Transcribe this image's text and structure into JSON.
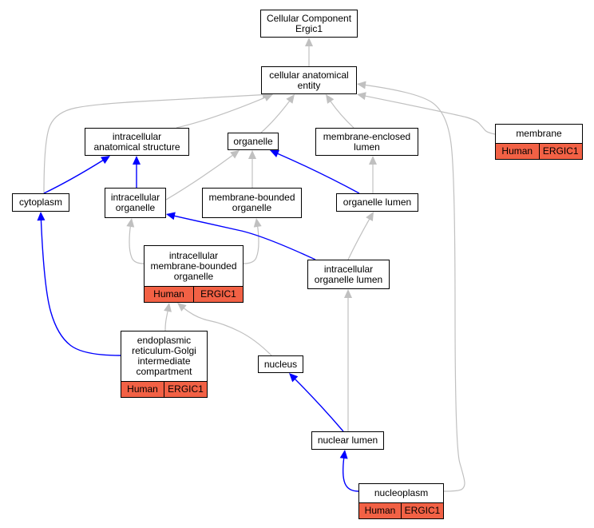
{
  "colors": {
    "is_a_edge": "#c0c0c0",
    "part_of_edge": "#0000ff",
    "annotation_fill": "#f26145"
  },
  "nodes": [
    {
      "id": "root",
      "label": "Cellular Component\nErgic1"
    },
    {
      "id": "cae",
      "label": "cellular anatomical\nentity"
    },
    {
      "id": "ias",
      "label": "intracellular\nanatomical structure"
    },
    {
      "id": "organelle",
      "label": "organelle"
    },
    {
      "id": "mel",
      "label": "membrane-enclosed\nlumen"
    },
    {
      "id": "membrane",
      "label": "membrane",
      "annotations": [
        "Human",
        "ERGIC1"
      ]
    },
    {
      "id": "cytoplasm",
      "label": "cytoplasm"
    },
    {
      "id": "io",
      "label": "intracellular\norganelle"
    },
    {
      "id": "mbo",
      "label": "membrane-bounded\norganelle"
    },
    {
      "id": "ol",
      "label": "organelle lumen"
    },
    {
      "id": "imbo",
      "label": "intracellular\nmembrane-bounded\norganelle",
      "annotations": [
        "Human",
        "ERGIC1"
      ]
    },
    {
      "id": "iol",
      "label": "intracellular\norganelle lumen"
    },
    {
      "id": "ergic",
      "label": "endoplasmic\nreticulum-Golgi\nintermediate\ncompartment",
      "annotations": [
        "Human",
        "ERGIC1"
      ]
    },
    {
      "id": "nucleus",
      "label": "nucleus"
    },
    {
      "id": "nl",
      "label": "nuclear lumen"
    },
    {
      "id": "np",
      "label": "nucleoplasm",
      "annotations": [
        "Human",
        "ERGIC1"
      ]
    }
  ],
  "edges": [
    {
      "from": "cae",
      "to": "root",
      "type": "is_a"
    },
    {
      "from": "ias",
      "to": "cae",
      "type": "is_a"
    },
    {
      "from": "organelle",
      "to": "cae",
      "type": "is_a"
    },
    {
      "from": "mel",
      "to": "cae",
      "type": "is_a"
    },
    {
      "from": "membrane",
      "to": "cae",
      "type": "is_a"
    },
    {
      "from": "cytoplasm",
      "to": "cae",
      "type": "is_a"
    },
    {
      "from": "np",
      "to": "cae",
      "type": "is_a"
    },
    {
      "from": "cytoplasm",
      "to": "ias",
      "type": "part_of"
    },
    {
      "from": "io",
      "to": "ias",
      "type": "part_of"
    },
    {
      "from": "io",
      "to": "organelle",
      "type": "is_a"
    },
    {
      "from": "mbo",
      "to": "organelle",
      "type": "is_a"
    },
    {
      "from": "ol",
      "to": "organelle",
      "type": "part_of"
    },
    {
      "from": "ol",
      "to": "mel",
      "type": "is_a"
    },
    {
      "from": "imbo",
      "to": "io",
      "type": "is_a"
    },
    {
      "from": "imbo",
      "to": "mbo",
      "type": "is_a"
    },
    {
      "from": "iol",
      "to": "io",
      "type": "part_of"
    },
    {
      "from": "iol",
      "to": "ol",
      "type": "is_a"
    },
    {
      "from": "ergic",
      "to": "cytoplasm",
      "type": "part_of"
    },
    {
      "from": "ergic",
      "to": "imbo",
      "type": "is_a"
    },
    {
      "from": "nucleus",
      "to": "imbo",
      "type": "is_a"
    },
    {
      "from": "nl",
      "to": "nucleus",
      "type": "part_of"
    },
    {
      "from": "nl",
      "to": "iol",
      "type": "is_a"
    },
    {
      "from": "np",
      "to": "nl",
      "type": "part_of"
    }
  ]
}
